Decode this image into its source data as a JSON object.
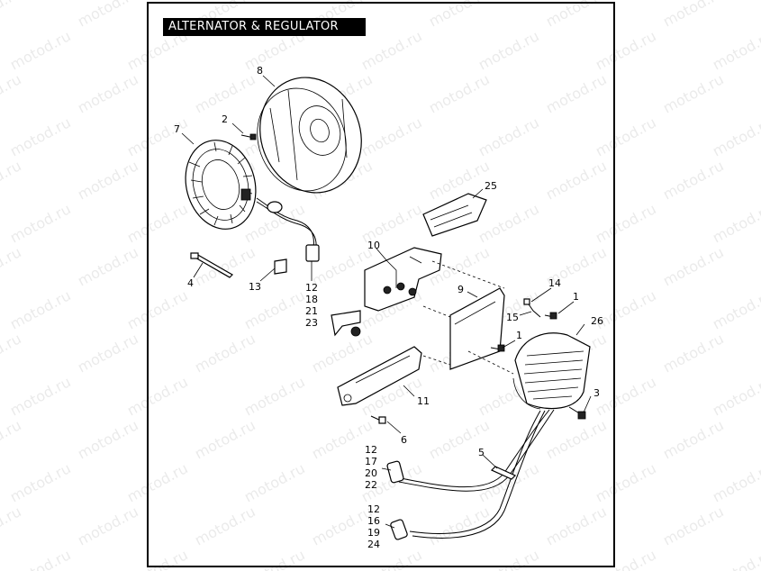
{
  "title": "ALTERNATOR & REGULATOR",
  "watermark": "motod.ru",
  "callouts": {
    "c8": "8",
    "c2": "2",
    "c7": "7",
    "c25": "25",
    "c10": "10",
    "c4": "4",
    "c13": "13",
    "c12a": "12",
    "c18": "18",
    "c21": "21",
    "c23": "23",
    "c9": "9",
    "c14": "14",
    "c1a": "1",
    "c15": "15",
    "c26": "26",
    "c1b": "1",
    "c3": "3",
    "c11": "11",
    "c6": "6",
    "c5": "5",
    "c12b": "12",
    "c17": "17",
    "c20": "20",
    "c22": "22",
    "c12c": "12",
    "c16": "16",
    "c19": "19",
    "c24": "24"
  }
}
